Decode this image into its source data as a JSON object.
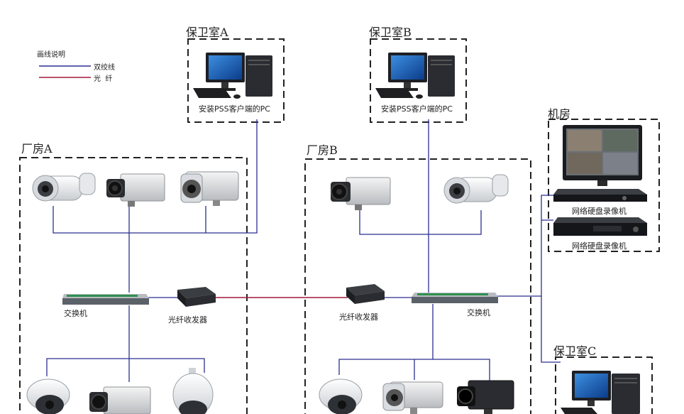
{
  "legend": {
    "title": "画线说明",
    "items": [
      {
        "label": "双绞线",
        "color": "#2b2f8f"
      },
      {
        "label": "光  纤",
        "color": "#a2193a"
      }
    ]
  },
  "rooms": {
    "guard_a": {
      "title": "保卫室A",
      "pc_label": "安装PSS客户端的PC"
    },
    "guard_b": {
      "title": "保卫室B",
      "pc_label": "安装PSS客户端的PC"
    },
    "guard_c": {
      "title": "保卫室C"
    },
    "plant_a": {
      "title": "厂房A"
    },
    "plant_b": {
      "title": "厂房B"
    },
    "machine_room": {
      "title": "机房"
    }
  },
  "devices": {
    "switch_label": "交换机",
    "transceiver_label": "光纤收发器",
    "nvr_label": "网络硬盘录像机"
  },
  "colors": {
    "twisted_pair": "#2b2f8f",
    "fiber": "#a2193a",
    "dash": "#222222"
  }
}
